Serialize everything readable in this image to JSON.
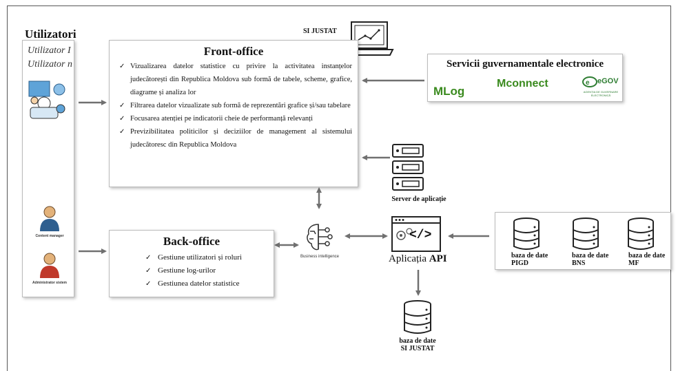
{
  "users": {
    "title": "Utilizatori",
    "user1": "Utilizator I",
    "userN": "Utilizator n",
    "content_manager": "Content manager",
    "admin": "Administrator sistem"
  },
  "system_label": "SI JUSTAT",
  "front_office": {
    "title": "Front-office",
    "items": [
      "Vizualizarea datelor statistice cu privire la activitatea instanțelor judecătorești din Republica Moldova sub formă de tabele, scheme, grafice, diagrame și analiza lor",
      "Filtrarea datelor vizualizate sub formă de reprezentări grafice și/sau tabelare",
      "Focusarea atenției pe indicatorii cheie de performanță relevanți",
      "Previzibilitatea politicilor și deciziilor de management al sistemului judecătoresc din Republica Moldova"
    ]
  },
  "gov_services": {
    "title": "Servicii guvernamentale electronice",
    "mlog": "MLog",
    "mconnect": "Mconnect",
    "egov": "eGOV",
    "egov_sub": "AGENȚIA DE GUVERNARE ELECTRONICĂ"
  },
  "server_label": "Server de aplicație",
  "back_office": {
    "title": "Back-office",
    "items": [
      "Gestiune utilizatori și roluri",
      "Gestiune log-urilor",
      "Gestiunea datelor statistice"
    ]
  },
  "bi_label": "Business intelligence",
  "api": {
    "prefix": "Aplicația ",
    "suffix": "API",
    "code": "</>"
  },
  "databases": [
    {
      "line1": "baza de date",
      "line2": "PIGD"
    },
    {
      "line1": "baza de date",
      "line2": "BNS"
    },
    {
      "line1": "baza de date",
      "line2": "MF"
    }
  ],
  "db_justat": {
    "line1": "baza de date",
    "line2": "SI JUSTAT"
  },
  "colors": {
    "arrow": "#707070",
    "mlog_green": "#3a8a1e",
    "egov_green": "#2e7d32"
  }
}
